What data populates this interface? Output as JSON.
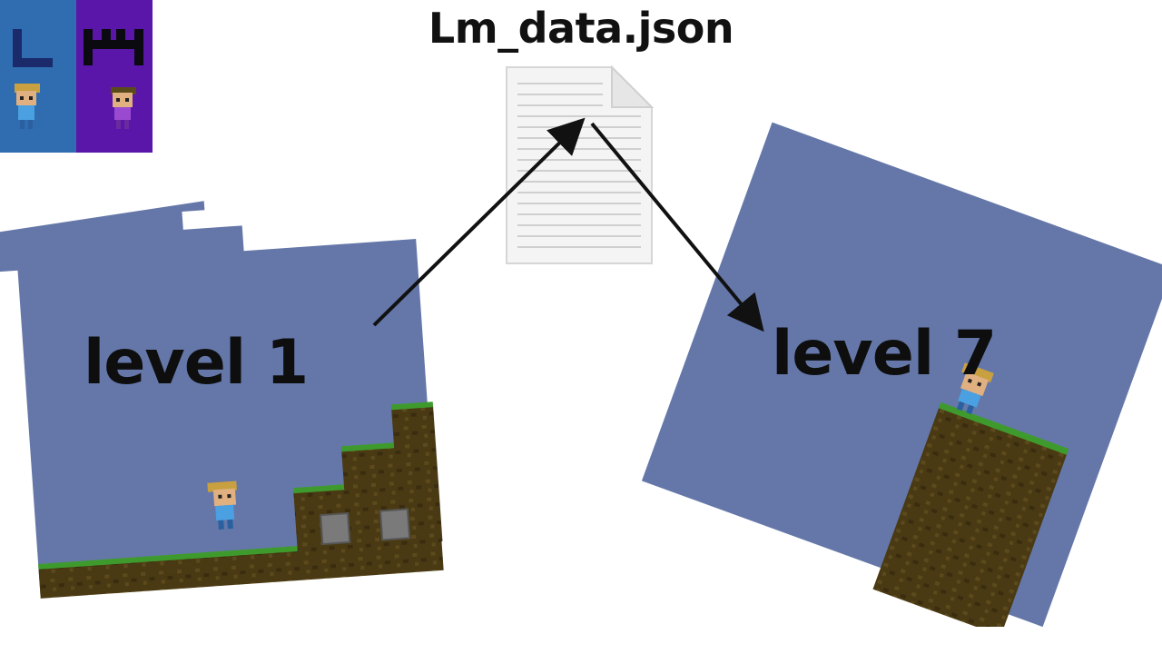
{
  "file": {
    "title": "Lm_data.json",
    "icon": "document-icon"
  },
  "logo": {
    "left_letter": "L",
    "right_letter": "M",
    "left_color": "#2f6db0",
    "right_color": "#5a16a8"
  },
  "levels": [
    {
      "label": "level 1"
    },
    {
      "label": "level 7"
    }
  ],
  "colors": {
    "sky": "#6477a8",
    "dirt": "#4a3a14",
    "grass": "#3f9a2e",
    "stone": "#7a7a7a",
    "arrow": "#111111"
  }
}
